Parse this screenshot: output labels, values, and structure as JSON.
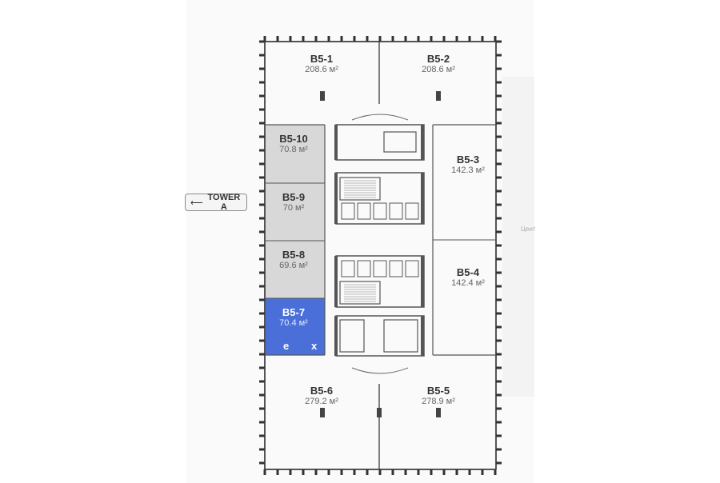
{
  "navigation": {
    "tower_button_label": "TOWER A",
    "tower_button_icon": "arrow-left-icon"
  },
  "colors": {
    "occupied": "#d8d8d8",
    "selected": "#4a6fd8",
    "wall": "#5a5a5a",
    "outline": "#555555",
    "background": "#fafafa"
  },
  "neighbor_label": "Цент",
  "selected_unit": "B5-7",
  "selection_glyphs": [
    "e",
    "x"
  ],
  "units": [
    {
      "id": "B5-1",
      "name": "B5-1",
      "area": "208.6 м²",
      "status": "available"
    },
    {
      "id": "B5-2",
      "name": "B5-2",
      "area": "208.6 м²",
      "status": "available"
    },
    {
      "id": "B5-3",
      "name": "B5-3",
      "area": "142.3 м²",
      "status": "available"
    },
    {
      "id": "B5-4",
      "name": "B5-4",
      "area": "142.4 м²",
      "status": "available"
    },
    {
      "id": "B5-5",
      "name": "B5-5",
      "area": "278.9 м²",
      "status": "available"
    },
    {
      "id": "B5-6",
      "name": "B5-6",
      "area": "279.2 м²",
      "status": "available"
    },
    {
      "id": "B5-7",
      "name": "B5-7",
      "area": "70.4 м²",
      "status": "selected"
    },
    {
      "id": "B5-8",
      "name": "B5-8",
      "area": "69.6 м²",
      "status": "occupied"
    },
    {
      "id": "B5-9",
      "name": "B5-9",
      "area": "70 м²",
      "status": "occupied"
    },
    {
      "id": "B5-10",
      "name": "B5-10",
      "area": "70.8 м²",
      "status": "occupied"
    }
  ]
}
